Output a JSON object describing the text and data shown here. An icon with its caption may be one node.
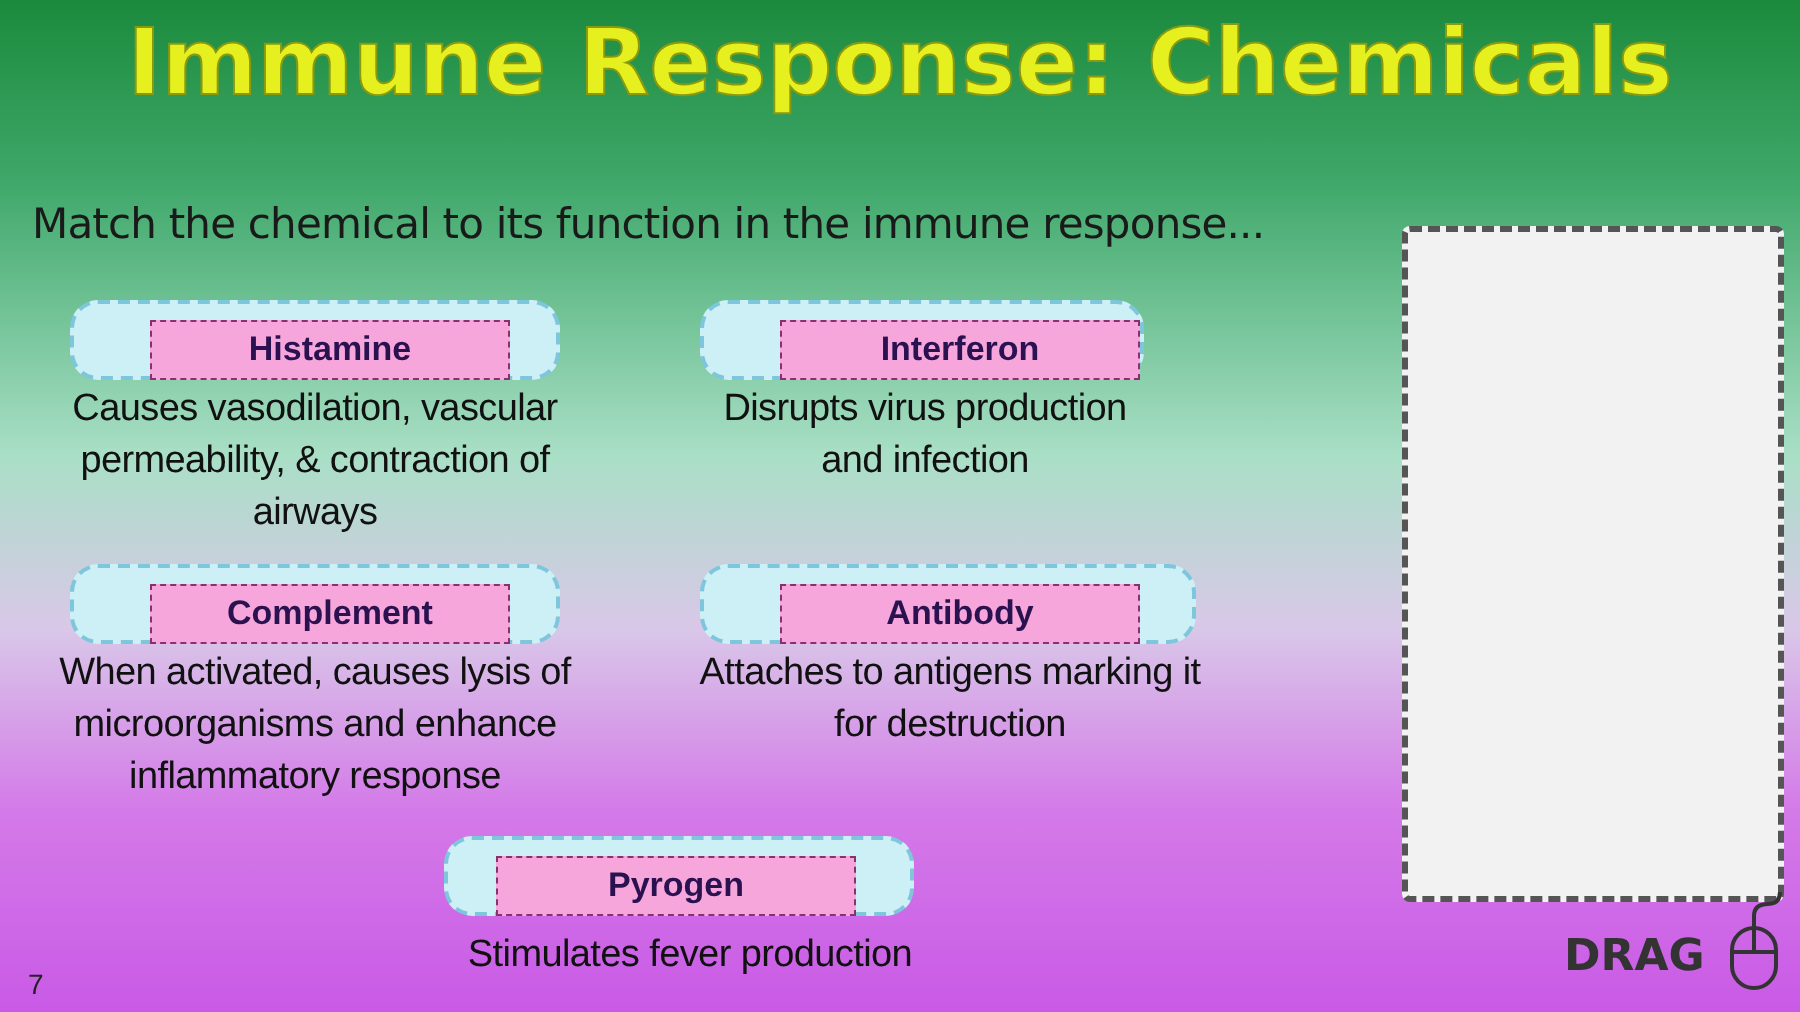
{
  "diagram": {
    "title": "Immune Response: Chemicals",
    "nodes": [
      {
        "text": [],
        "shape": "box",
        "beside": [
          "Causes vasodilation, vascular permeability, & contraction of airways"
        ]
      },
      {
        "text": [
          "Histamine"
        ],
        "in": 0
      },
      {
        "text": [],
        "shape": "box",
        "beside": [
          "Disrupts virus production and infection"
        ]
      },
      {
        "text": [
          "Interferon"
        ],
        "in": 2
      },
      {
        "text": [],
        "shape": "box",
        "beside": [
          "When activated, causes lysis of microorganisms and enhance inflammatory response"
        ]
      },
      {
        "text": [
          "Complement"
        ],
        "in": 4
      },
      {
        "text": [],
        "shape": "box",
        "beside": [
          "Attaches to antigens marking it for destruction"
        ]
      },
      {
        "text": [
          "Antibody"
        ],
        "in": 6
      },
      {
        "text": [],
        "shape": "box",
        "beside": [
          "Stimulates fever production"
        ]
      },
      {
        "text": [
          "Pyrogen"
        ],
        "in": 8
      },
      {
        "text": [],
        "shape": "box"
      }
    ],
    "labels": [
      "Match the chemical to its function in the immune response...",
      "DRAG",
      "7"
    ]
  }
}
